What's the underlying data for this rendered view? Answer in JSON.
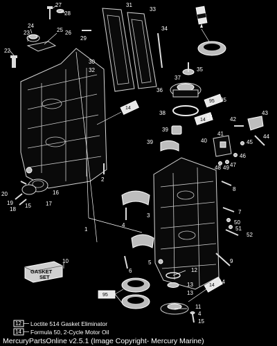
{
  "callouts": [
    "27",
    "28",
    "31",
    "33",
    "24",
    "23",
    "25",
    "26",
    "29",
    "34",
    "22",
    "30",
    "32",
    "37",
    "35",
    "36",
    "95",
    "38",
    "14",
    "39",
    "42",
    "43",
    "41",
    "40",
    "45",
    "44",
    "46",
    "47",
    "48",
    "49",
    "39",
    "2",
    "20",
    "19",
    "18",
    "16",
    "17",
    "15",
    "8",
    "4",
    "3",
    "7",
    "50",
    "51",
    "52",
    "1",
    "5",
    "6",
    "9",
    "10",
    "12",
    "13",
    "13",
    "14",
    "11",
    "4",
    "15",
    "95"
  ],
  "gasket_set": {
    "line1": "GASKET",
    "line2": "SET"
  },
  "legend": [
    {
      "code": "12",
      "text": "Loctite 514 Gasket Eliminator"
    },
    {
      "code": "14",
      "text": "Formula 50, 2-Cycle Motor Oil"
    }
  ],
  "tube_codes": {
    "t14a": "14",
    "t95a": "95",
    "t14b": "14",
    "t95b": "95",
    "t14c": "14"
  },
  "footer": "MercuryPartsOnline v2.5.1 (Image Copyright- Mercury Marine)"
}
